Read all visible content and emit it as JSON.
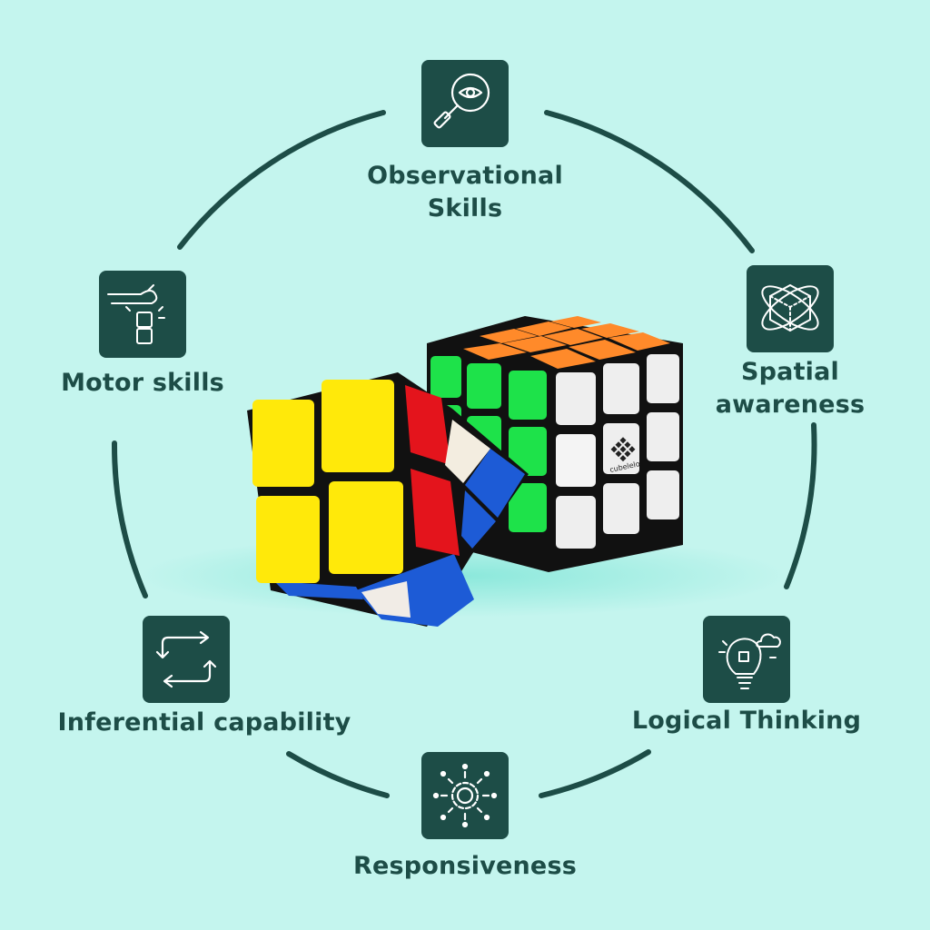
{
  "colors": {
    "background": "#c4f5ee",
    "accent": "#1d4d47",
    "ring": "#1d4d47"
  },
  "skills": [
    {
      "label": "Observational\nSkills",
      "icon": "magnifier-eye-icon"
    },
    {
      "label": "Spatial\nawareness",
      "icon": "cube-orbit-icon"
    },
    {
      "label": "Logical Thinking",
      "icon": "lightbulb-puzzle-icon"
    },
    {
      "label": "Responsiveness",
      "icon": "gear-burst-icon"
    },
    {
      "label": "Inferential capability",
      "icon": "cycle-arrows-icon"
    },
    {
      "label": "Motor skills",
      "icon": "hand-blocks-icon"
    }
  ],
  "cube": {
    "logo_text": "cubelelo"
  }
}
